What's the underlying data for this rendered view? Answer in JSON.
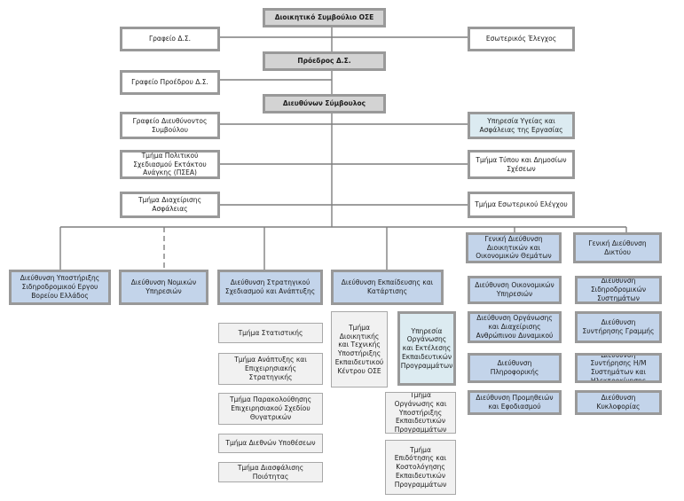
{
  "nodes": {
    "board": "Διοικητικό Συμβούλιο ΟΣΕ",
    "board_office": "Γραφείο Δ.Σ.",
    "internal_audit": "Εσωτερικός Έλεγχος",
    "chairman": "Πρόεδρος Δ.Σ.",
    "chairman_office": "Γραφείο Προέδρου Δ.Σ.",
    "ceo": "Διευθύνων Σύμβουλος",
    "ceo_office": "Γραφείο Διευθύνοντος Συμβούλου",
    "health_safety": "Υπηρεσία Υγείας και Ασφάλειας της Εργασίας",
    "emergency_planning": "Τμήμα Πολιτικού Σχεδιασμού Εκτάκτου Ανάγκης (ΠΣΕΑ)",
    "press": "Τμήμα Τύπου και Δημοσίων Σχέσεων",
    "security_mgmt": "Τμήμα Διαχείρισης Ασφάλειας",
    "internal_control": "Τμήμα Εσωτερικού Ελέγχου",
    "dir_north_greece": "Διεύθυνση Υποστήριξης Σιδηροδρομικού Εργου Βορείου Ελλάδος",
    "dir_legal": "Διεύθυνση Νομικών Υπηρεσιών",
    "dir_strategy": "Διεύθυνση Στρατηγικού Σχεδιασμού και Ανάπτυξης",
    "dir_training": "Διεύθυνση Εκπαίδευσης και Κατάρτισης",
    "gen_dir_admin": "Γενική Διεύθυνση Διοικητικών και Οικονομικών Θεμάτων",
    "gen_dir_network": "Γενική Διεύθυνση Δικτύου",
    "dept_statistics": "Τμήμα Στατιστικής",
    "dept_biz_strategy": "Τμήμα Ανάπτυξης και Επιχειρησιακής Στρατηγικής",
    "dept_monitoring": "Τμήμα Παρακολούθησης Επιχειρησιακού Σχεδίου Θυγατρικών",
    "dept_intl": "Τμήμα Διεθνών Υποθέσεων",
    "dept_quality": "Τμήμα Διασφάλισης Ποιότητας",
    "dept_admin_tech": "Τμήμα Διοικητικής και Τεχνικής Υποστήριξης Εκπαιδευτικού Κέντρου ΟΣΕ",
    "svc_training_org": "Υπηρεσία Οργάνωσης και Εκτέλεσης Εκπαιδευτικών Προγραμμάτων",
    "dept_training_org": "Τμήμα Οργάνωσης και Υποστήριξης Εκπαιδευτικών Προγραμμάτων",
    "dept_training_fund": "Τμήμα Επιδότησης και Κοστολόγησης Εκπαιδευτικών Προγραμμάτων",
    "dir_finance": "Διεύθυνση Οικονομικών Υπηρεσιών",
    "dir_hr": "Διεύθυνση Οργάνωσης και Διαχείρισης Ανθρώπινου Δυναμικού",
    "dir_it": "Διεύθυνση Πληροφορικής",
    "dir_procurement": "Διεύθυνση Προμηθειών και Εφοδιασμού",
    "dir_rail_systems": "Διεύθυνση Σιδηροδρομικών Συστημάτων",
    "dir_track": "Διεύθυνση Συντήρησης Γραμμής",
    "dir_em": "Διεύθυνση Συντήρησης Η/Μ Συστημάτων και Ηλεκτροκίνησης",
    "dir_traffic": "Διεύθυνση Κυκλοφορίας"
  },
  "colors": {
    "line": "#7f7f7f",
    "border": "#999999",
    "header_fill": "#d3d3d3",
    "directorate_fill": "#c3d4ea",
    "service_fill": "#dcebf1",
    "unit_fill": "#f1f1f1"
  }
}
